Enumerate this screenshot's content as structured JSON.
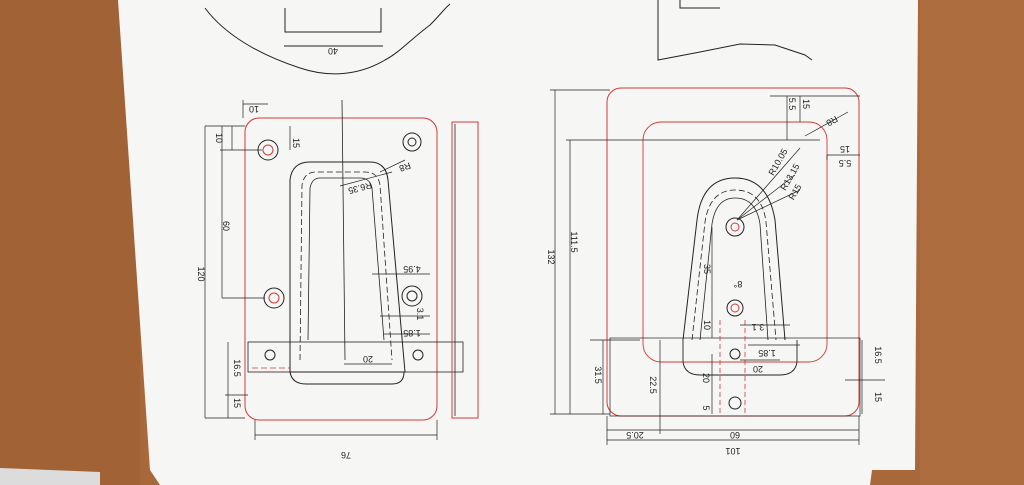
{
  "colors": {
    "table": "#a8683a",
    "paper": "#f6f6f4",
    "line": "#222222",
    "outline": "#d23a3a"
  },
  "top_left_sketch": {
    "width_label": "40"
  },
  "left_view": {
    "hole_dist": "10",
    "top_offset": "10",
    "hole_spacing": "15",
    "vertical_60": "60",
    "total_120": "120",
    "bottom_16_5": "16.5",
    "bottom_15": "15",
    "width_76": "76",
    "slot_20": "20",
    "radius_r8": "R8",
    "radius_r6_35": "R6.35",
    "offset_4_95": "4.95",
    "offset_3_1": "3.1",
    "offset_1_85": "1.85"
  },
  "right_view": {
    "total_132": "132",
    "height_111_5": "111.5",
    "d_5_5_top": "5.5",
    "d_15_top": "15",
    "radius_r8": "R8",
    "d_5_5_side": "5.5",
    "d_15_side": "15",
    "radius_r10_05": "R10.05",
    "radius_r13_15": "R13.15",
    "radius_r15": "R15",
    "d_35": "35",
    "angle_8": "8°",
    "d_10": "10",
    "d_3_1": "3.1",
    "d_1_85": "1.85",
    "d_20_slot": "20",
    "d_31_5": "31.5",
    "d_22_5": "22.5",
    "d_20_v": "20",
    "d_5_v": "5",
    "d_16_5": "16.5",
    "d_15_bottom": "15",
    "d_20_5": "20.5",
    "d_60": "60",
    "d_101": "101"
  }
}
